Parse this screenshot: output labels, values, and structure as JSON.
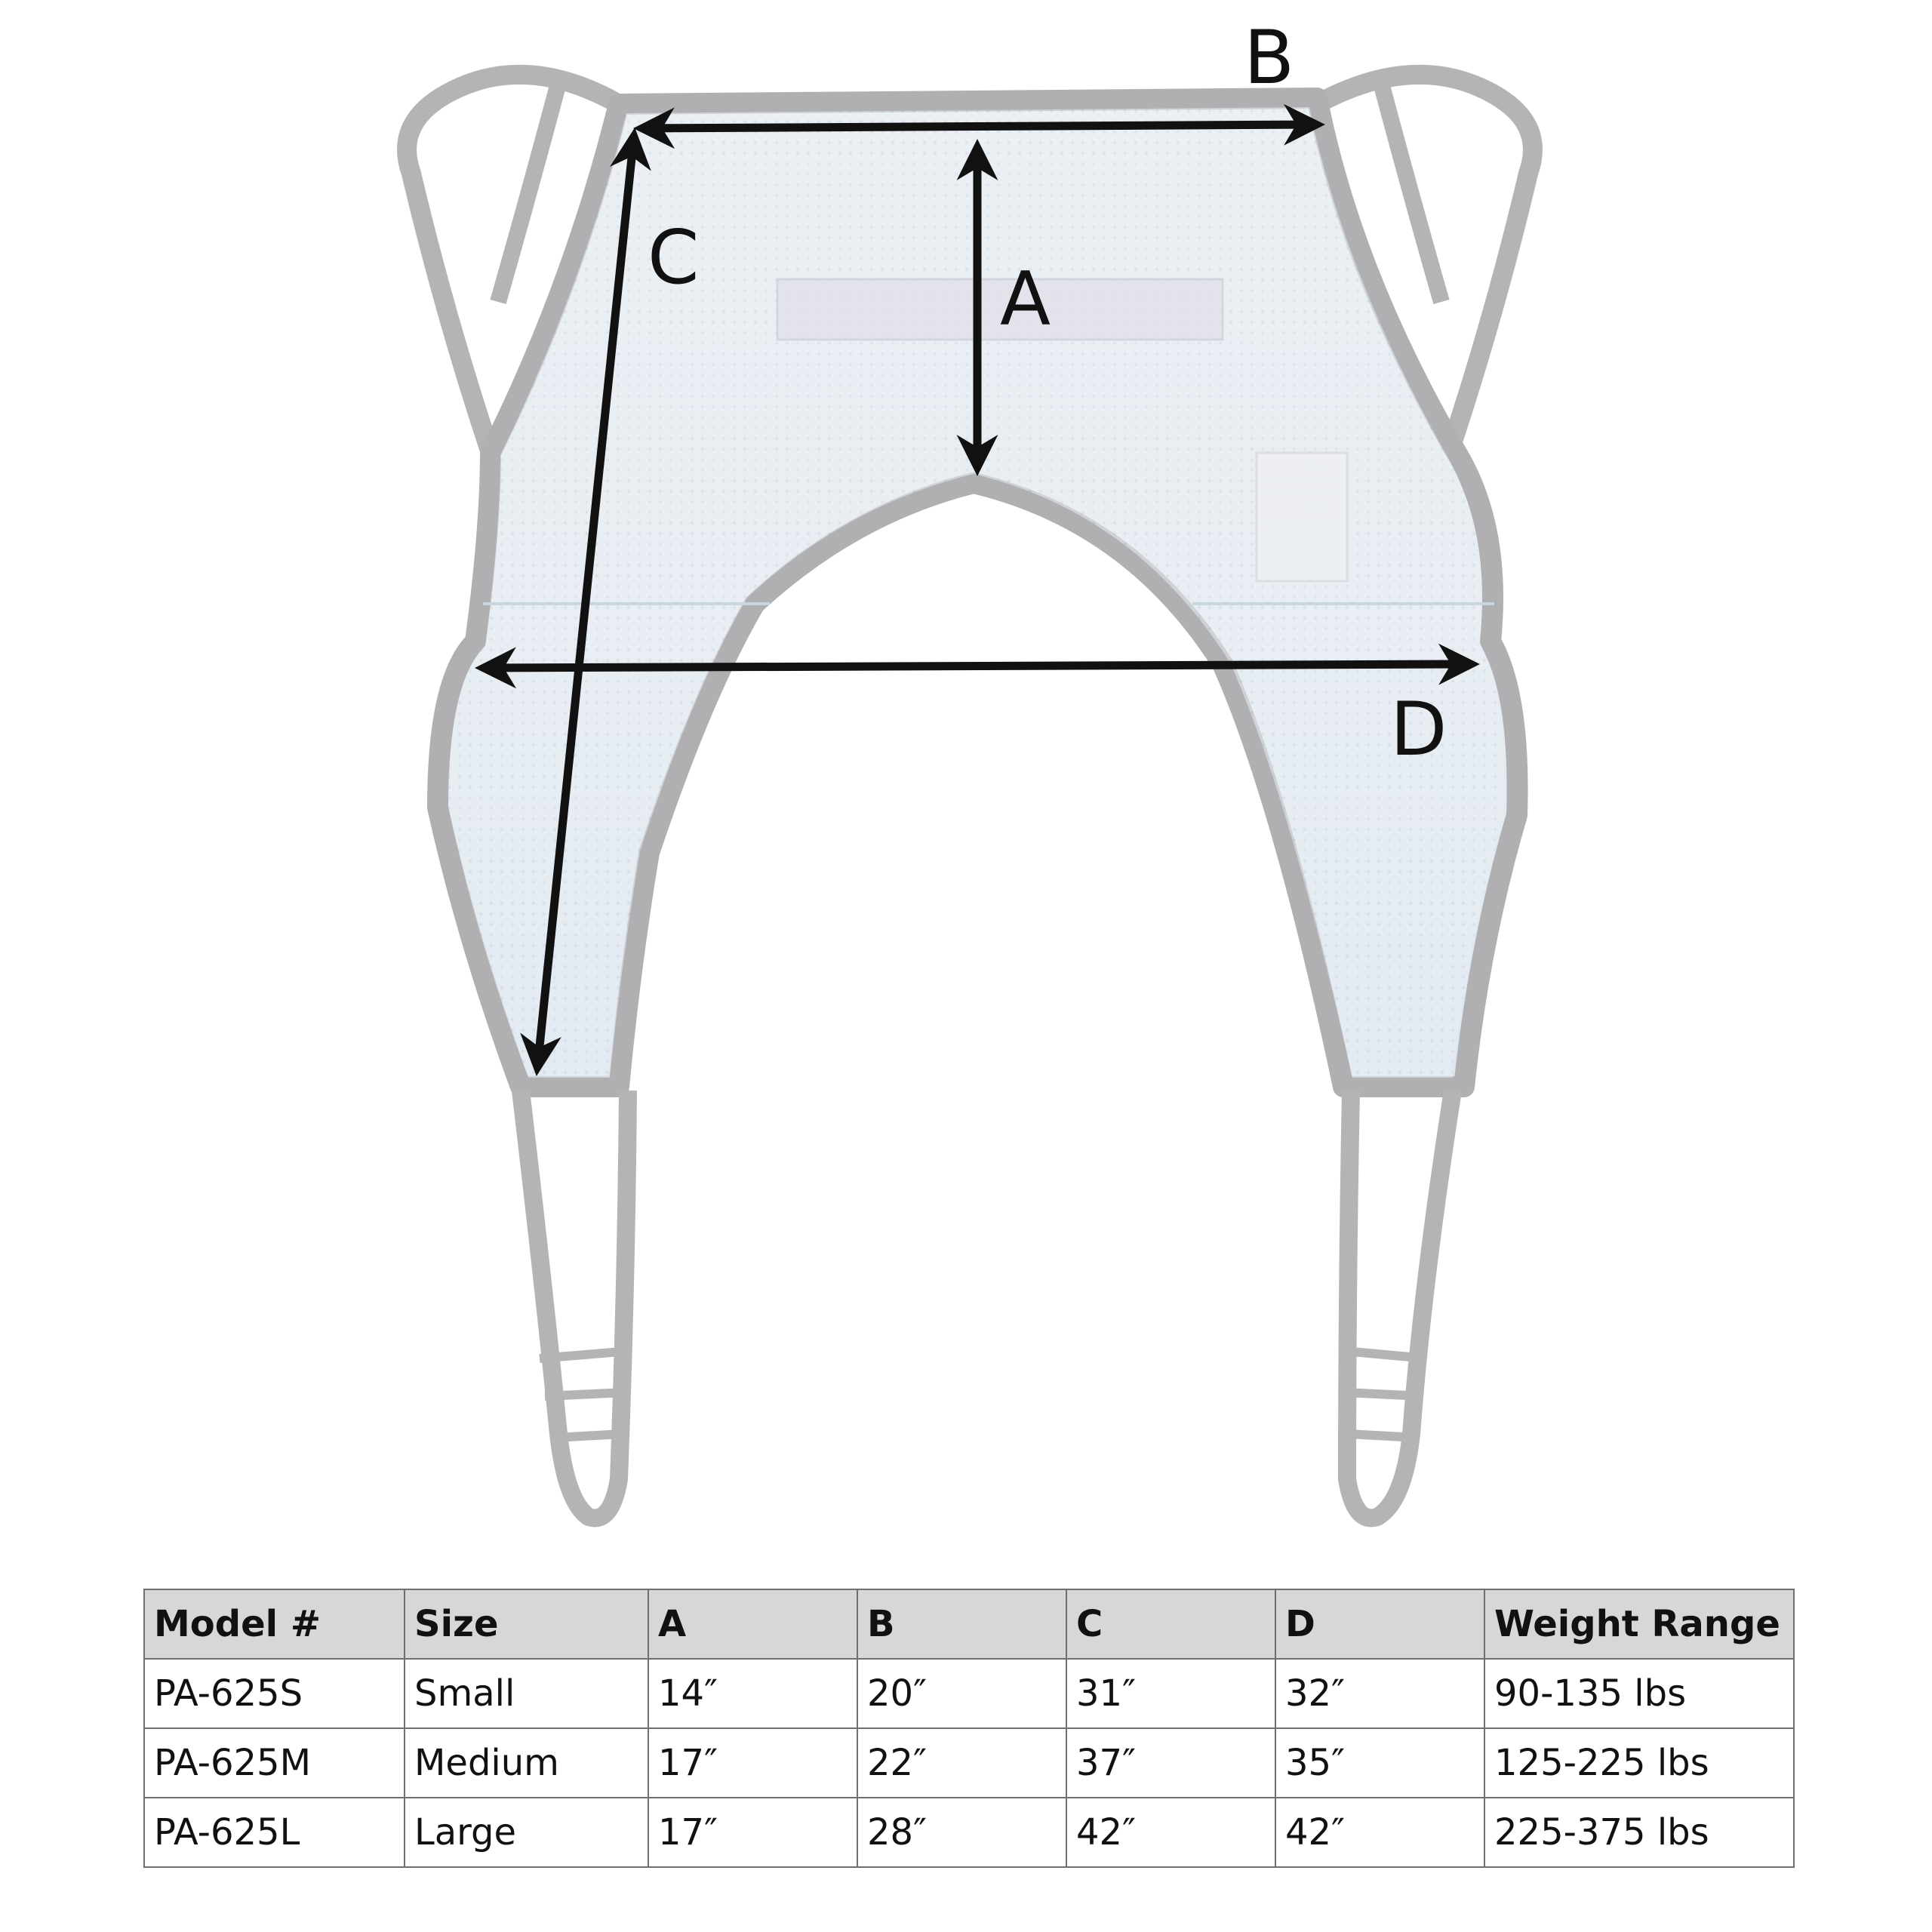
{
  "diagram": {
    "dimension_labels": {
      "a": "A",
      "b": "B",
      "c": "C",
      "d": "D"
    },
    "colors": {
      "strap": "#b4b4b6",
      "mesh": "#e8eef4",
      "mesh_lower": "#dde8f0",
      "arrow": "#111111"
    }
  },
  "table": {
    "headers": [
      "Model #",
      "Size",
      "A",
      "B",
      "C",
      "D",
      "Weight Range"
    ],
    "rows": [
      [
        "PA-625S",
        "Small",
        "14″",
        "20″",
        "31″",
        "32″",
        "90-135 lbs"
      ],
      [
        "PA-625M",
        "Medium",
        "17″",
        "22″",
        "37″",
        "35″",
        "125-225 lbs"
      ],
      [
        "PA-625L",
        "Large",
        "17″",
        "28″",
        "42″",
        "42″",
        "225-375 lbs"
      ]
    ]
  }
}
